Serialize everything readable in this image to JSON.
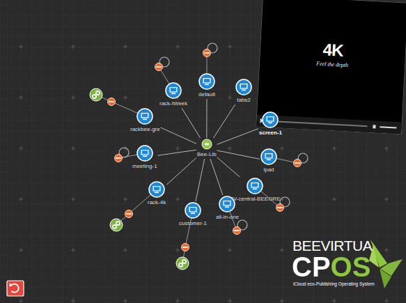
{
  "diagram": {
    "nodes": [
      {
        "text": [
          "Bee-Lib"
        ]
      },
      {
        "text": [
          "rack-IWeek"
        ]
      },
      {
        "text": [
          "default"
        ]
      },
      {
        "text": [
          "tabs2"
        ]
      },
      {
        "text": [
          "screen-1"
        ]
      },
      {
        "text": [
          "ipad"
        ]
      },
      {
        "text": [
          "TV-central-BEEGRE"
        ]
      },
      {
        "text": [
          "all-in-one"
        ]
      },
      {
        "text": [
          "customer-1"
        ]
      },
      {
        "text": [
          "rack-4k"
        ]
      },
      {
        "text": [
          "meeting-1"
        ]
      },
      {
        "text": [
          "rackbee-gre"
        ]
      }
    ],
    "edges": [
      {
        "from": 0,
        "to": 1,
        "arrow": "none"
      },
      {
        "from": 0,
        "to": 2,
        "arrow": "none"
      },
      {
        "from": 0,
        "to": 3,
        "arrow": "none"
      },
      {
        "from": 0,
        "to": 4,
        "arrow": "none"
      },
      {
        "from": 0,
        "to": 5,
        "arrow": "none"
      },
      {
        "from": 0,
        "to": 6,
        "arrow": "none"
      },
      {
        "from": 0,
        "to": 7,
        "arrow": "none"
      },
      {
        "from": 0,
        "to": 8,
        "arrow": "none"
      },
      {
        "from": 0,
        "to": 9,
        "arrow": "none"
      },
      {
        "from": 0,
        "to": 10,
        "arrow": "none"
      },
      {
        "from": 0,
        "to": 11,
        "arrow": "none"
      }
    ],
    "labels": [
      "4K",
      "Feel the depth",
      "BEEVIRTUA",
      "CPOS",
      "iCloud eco-Publishing Operating System"
    ]
  }
}
